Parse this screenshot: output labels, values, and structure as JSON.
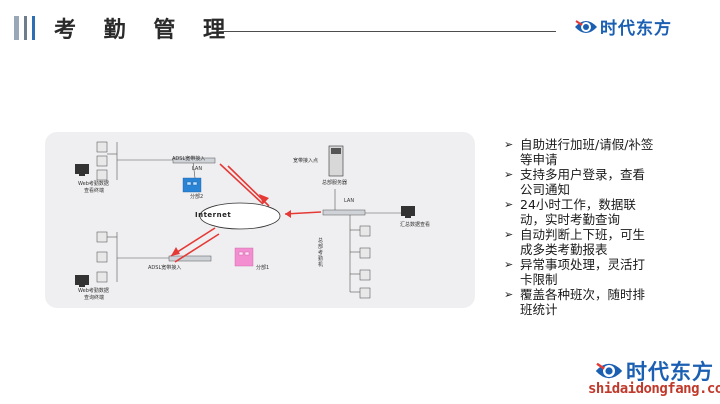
{
  "header": {
    "title": "考 勤 管 理"
  },
  "brand": {
    "name": "时代东方",
    "url": "shidaidongfang.com",
    "color": "#1b5fb3"
  },
  "diagram": {
    "labels": {
      "adsl_top": "ADSL宽带接入",
      "lan_top": "LAN",
      "branch2": "分部2",
      "web_top": "Web考勤数据",
      "web_top2": "查看终端",
      "internet": "Internet",
      "broadband_access": "宽带接入点",
      "hq_server": "总部服务器",
      "lan_right": "LAN",
      "hq_devices": "总部考勤机",
      "summary_view": "汇总数据查看",
      "adsl_bottom": "ADSL宽带接入",
      "branch1": "分部1",
      "web_bottom": "Web考勤数据",
      "web_bottom2": "查询终端"
    }
  },
  "bullets": [
    "自助进行加班/请假/补签等申请",
    "支持多用户登录，查看公司通知",
    "24小时工作，数据联动，实时考勤查询",
    "自动判断上下班，可生成多类考勤报表",
    "异常事项处理，灵活打卡限制",
    "覆盖各种班次，随时排班统计"
  ]
}
